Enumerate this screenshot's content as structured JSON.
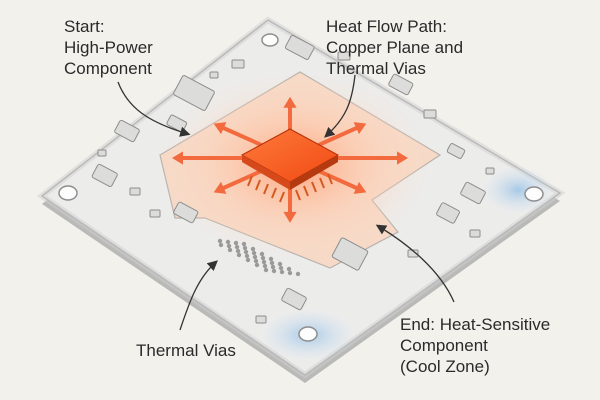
{
  "labels": {
    "start": [
      "Start:",
      "High-Power",
      "Component"
    ],
    "heat_flow": [
      "Heat Flow Path:",
      "Copper Plane and",
      "Thermal Vias"
    ],
    "thermal_vias": "Thermal Vias",
    "end": [
      "End: Heat-Sensitive",
      "Component",
      "(Cool Zone)"
    ]
  },
  "colors": {
    "background": "#f3f1ec",
    "board": "#e9e9e8",
    "board_edge": "#a8a8a8",
    "heat_core": "#ff5a1f",
    "heat_glow": "#ffb38f",
    "arrow": "#f26a3d",
    "cool_zone": "#9fc6e8",
    "text": "#2a2a2a"
  },
  "icons": [
    "high-power-chip-icon",
    "heat-arrow-icon",
    "thermal-via-icon",
    "cool-zone-icon",
    "mounting-hole-icon"
  ]
}
